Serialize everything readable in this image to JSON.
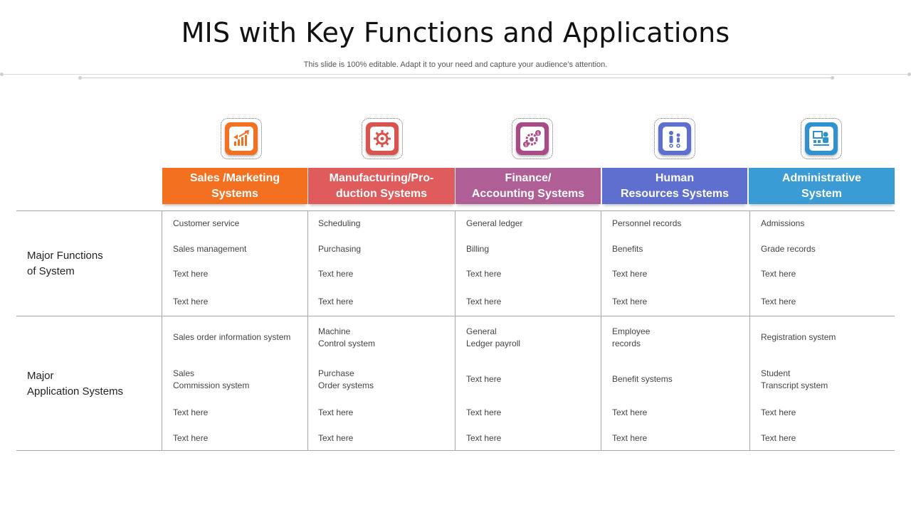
{
  "slide": {
    "title": "MIS with Key Functions and Applications",
    "subtitle": "This slide is 100% editable. Adapt it to your need and capture your audience’s attention."
  },
  "columns": [
    {
      "header_line1": "Sales /Marketing",
      "header_line2": "Systems",
      "color": "#F47021",
      "icon": "megaphone-chart-icon"
    },
    {
      "header_line1": "Manufacturing/Pro-",
      "header_line2": "duction Systems",
      "color": "#E05C5C",
      "icon": "gear-icon"
    },
    {
      "header_line1": "Finance/",
      "header_line2": "Accounting Systems",
      "color": "#B5578F",
      "icon": "money-gear-icon"
    },
    {
      "header_line1": "Human",
      "header_line2": "Resources Systems",
      "color": "#5E6FD0",
      "icon": "people-icon"
    },
    {
      "header_line1": "Administrative",
      "header_line2": "System",
      "color": "#3A9BD5",
      "icon": "admin-dashboard-icon"
    }
  ],
  "rows": [
    {
      "label": "Major Functions\nof System",
      "cells": [
        [
          "Customer service",
          "Sales management",
          "Text here",
          "Text here"
        ],
        [
          "Scheduling",
          "Purchasing",
          "Text here",
          "Text here"
        ],
        [
          "General ledger",
          "Billing",
          "Text here",
          "Text here"
        ],
        [
          "Personnel records",
          "Benefits",
          "Text here",
          "Text here"
        ],
        [
          "Admissions",
          "Grade records",
          "Text here",
          "Text here"
        ]
      ]
    },
    {
      "label": "Major\nApplication Systems",
      "cells": [
        [
          "Sales order information system",
          "Sales\nCommission system",
          "Text here",
          "Text here"
        ],
        [
          "Machine\nControl system",
          "Purchase\nOrder systems",
          "Text here",
          "Text here"
        ],
        [
          "General\nLedger payroll",
          "Text here",
          "Text here",
          "Text here"
        ],
        [
          "Employee\nrecords",
          "Benefit systems",
          "Text here",
          "Text here"
        ],
        [
          "Registration system",
          "Student\nTranscript system",
          "Text here",
          "Text here"
        ]
      ]
    }
  ]
}
